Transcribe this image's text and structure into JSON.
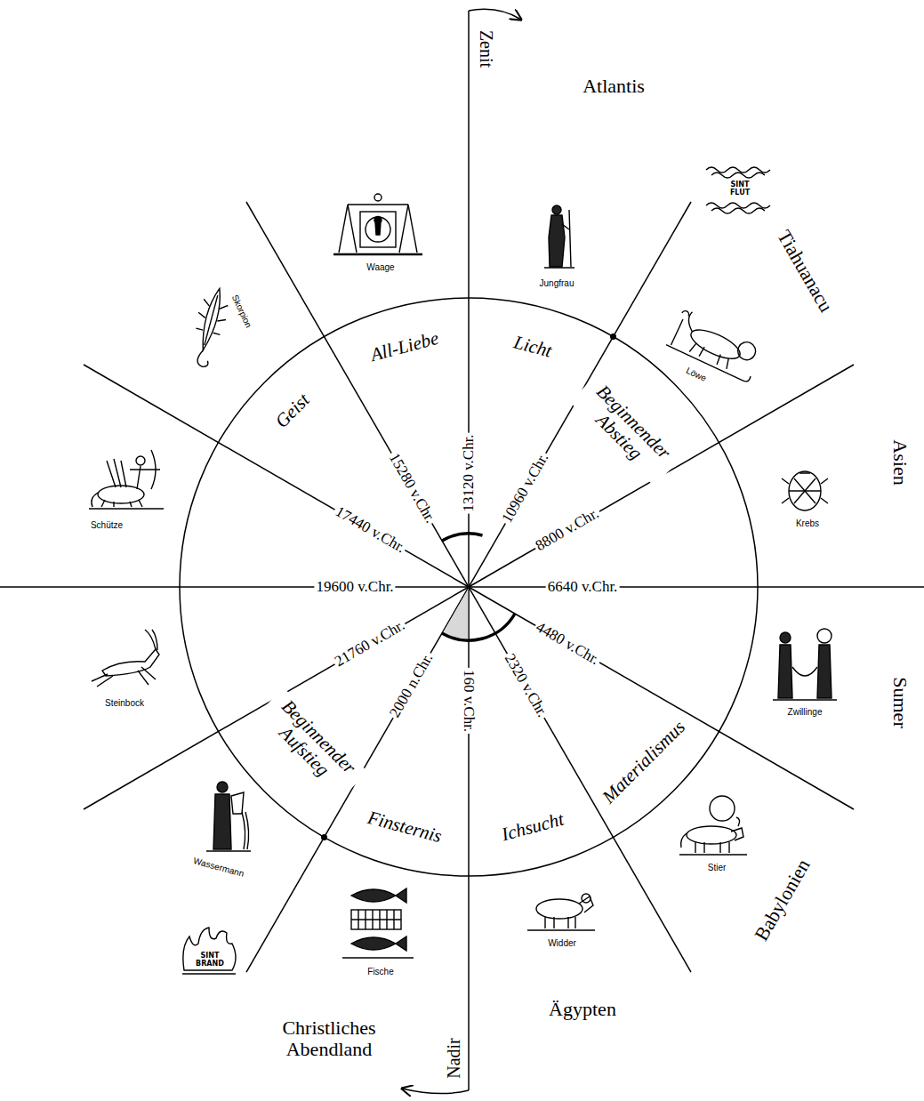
{
  "diagram": {
    "labels": [
      "Zenit",
      "Atlantis",
      "SINT FLUT",
      "Tiahuanacu",
      "Asien",
      "Sumer",
      "Babylonien",
      "Ägypten",
      "Christliches Abendland",
      "SINT BRAND",
      "Nadir",
      "Waage",
      "Jungfrau",
      "Löwe",
      "Krebs",
      "Zwillinge",
      "Stier",
      "Widder",
      "Fische",
      "Wassermann",
      "Steinbock",
      "Schütze",
      "Skorpion",
      "All-Liebe",
      "Licht",
      "Beginnender Abstieg",
      "Materialismus",
      "Ichsucht",
      "Finsternis",
      "Beginnender Aufstieg",
      "Geist",
      "13120 v.Chr.",
      "10960 v.Chr.",
      "8800 v.Chr.",
      "6640 v.Chr.",
      "4480 v.Chr.",
      "2320 v.Chr.",
      "160 v.Chr.",
      "2000 n.Chr.",
      "21760 v.Chr.",
      "19600 v.Chr.",
      "17440 v.Chr.",
      "15280 v.Chr."
    ]
  }
}
